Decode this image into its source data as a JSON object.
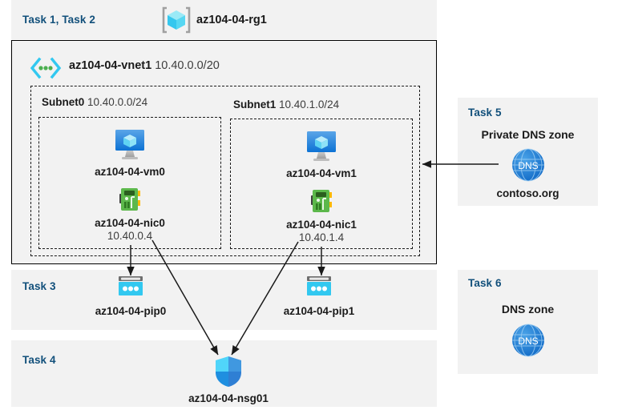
{
  "resource_group": {
    "task_label": "Task 1, Task 2",
    "name": "az104-04-rg1",
    "icon": "resource-group-icon"
  },
  "vnet": {
    "name": "az104-04-vnet1",
    "address_space": "10.40.0.0/20",
    "icon": "virtual-network-icon"
  },
  "subnets": [
    {
      "name": "Subnet0",
      "address_prefix": "10.40.0.0/24",
      "vm": {
        "name": "az104-04-vm0",
        "icon": "virtual-machine-icon"
      },
      "nic": {
        "name": "az104-04-nic0",
        "ip": "10.40.0.4",
        "icon": "network-interface-icon"
      }
    },
    {
      "name": "Subnet1",
      "address_prefix": "10.40.1.0/24",
      "vm": {
        "name": "az104-04-vm1",
        "icon": "virtual-machine-icon"
      },
      "nic": {
        "name": "az104-04-nic1",
        "ip": "10.40.1.4",
        "icon": "network-interface-icon"
      }
    }
  ],
  "task3": {
    "task_label": "Task 3",
    "public_ips": [
      {
        "name": "az104-04-pip0",
        "icon": "public-ip-address-icon"
      },
      {
        "name": "az104-04-pip1",
        "icon": "public-ip-address-icon"
      }
    ]
  },
  "task4": {
    "task_label": "Task 4",
    "nsg": {
      "name": "az104-04-nsg01",
      "icon": "network-security-group-icon"
    }
  },
  "task5": {
    "task_label": "Task 5",
    "heading": "Private DNS zone",
    "zone": {
      "name": "contoso.org",
      "icon": "dns-zone-icon",
      "icon_text": "DNS"
    }
  },
  "task6": {
    "task_label": "Task 6",
    "heading": "DNS zone",
    "zone": {
      "name": "",
      "icon": "dns-zone-icon",
      "icon_text": "DNS"
    }
  },
  "colors": {
    "task_label": "#12507b",
    "panel_background": "#f2f2f2",
    "page_background": "#ffffff",
    "azure_blue": "#0078d4",
    "cyan": "#32c8f0",
    "nic_green": "#59b14d",
    "text": "#1a1a1a"
  }
}
